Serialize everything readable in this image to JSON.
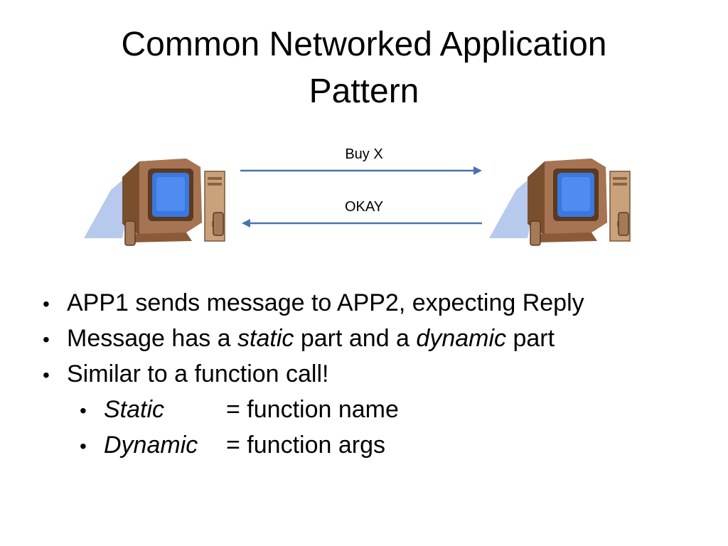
{
  "title": {
    "line1": "Common Networked Application",
    "line2": "Pattern"
  },
  "diagram": {
    "left_icon": "desktop-computer-icon",
    "right_icon": "desktop-computer-icon",
    "request_label": "Buy X",
    "reply_label": "OKAY",
    "colors": {
      "arrow": "#4a72b0",
      "screen": "#3a78e0",
      "case": "#c9a27c",
      "monitor_dark": "#5b3a22"
    }
  },
  "bullets": {
    "b1": "APP1 sends message to APP2, expecting Reply",
    "b2_prefix": "Message has a ",
    "b2_em1": "static",
    "b2_mid": " part and a ",
    "b2_em2": "dynamic",
    "b2_suffix": " part",
    "b3": "Similar to a function call!",
    "sub1_term": "Static",
    "sub1_value": "= function name",
    "sub2_term": "Dynamic",
    "sub2_value": "= function args"
  }
}
